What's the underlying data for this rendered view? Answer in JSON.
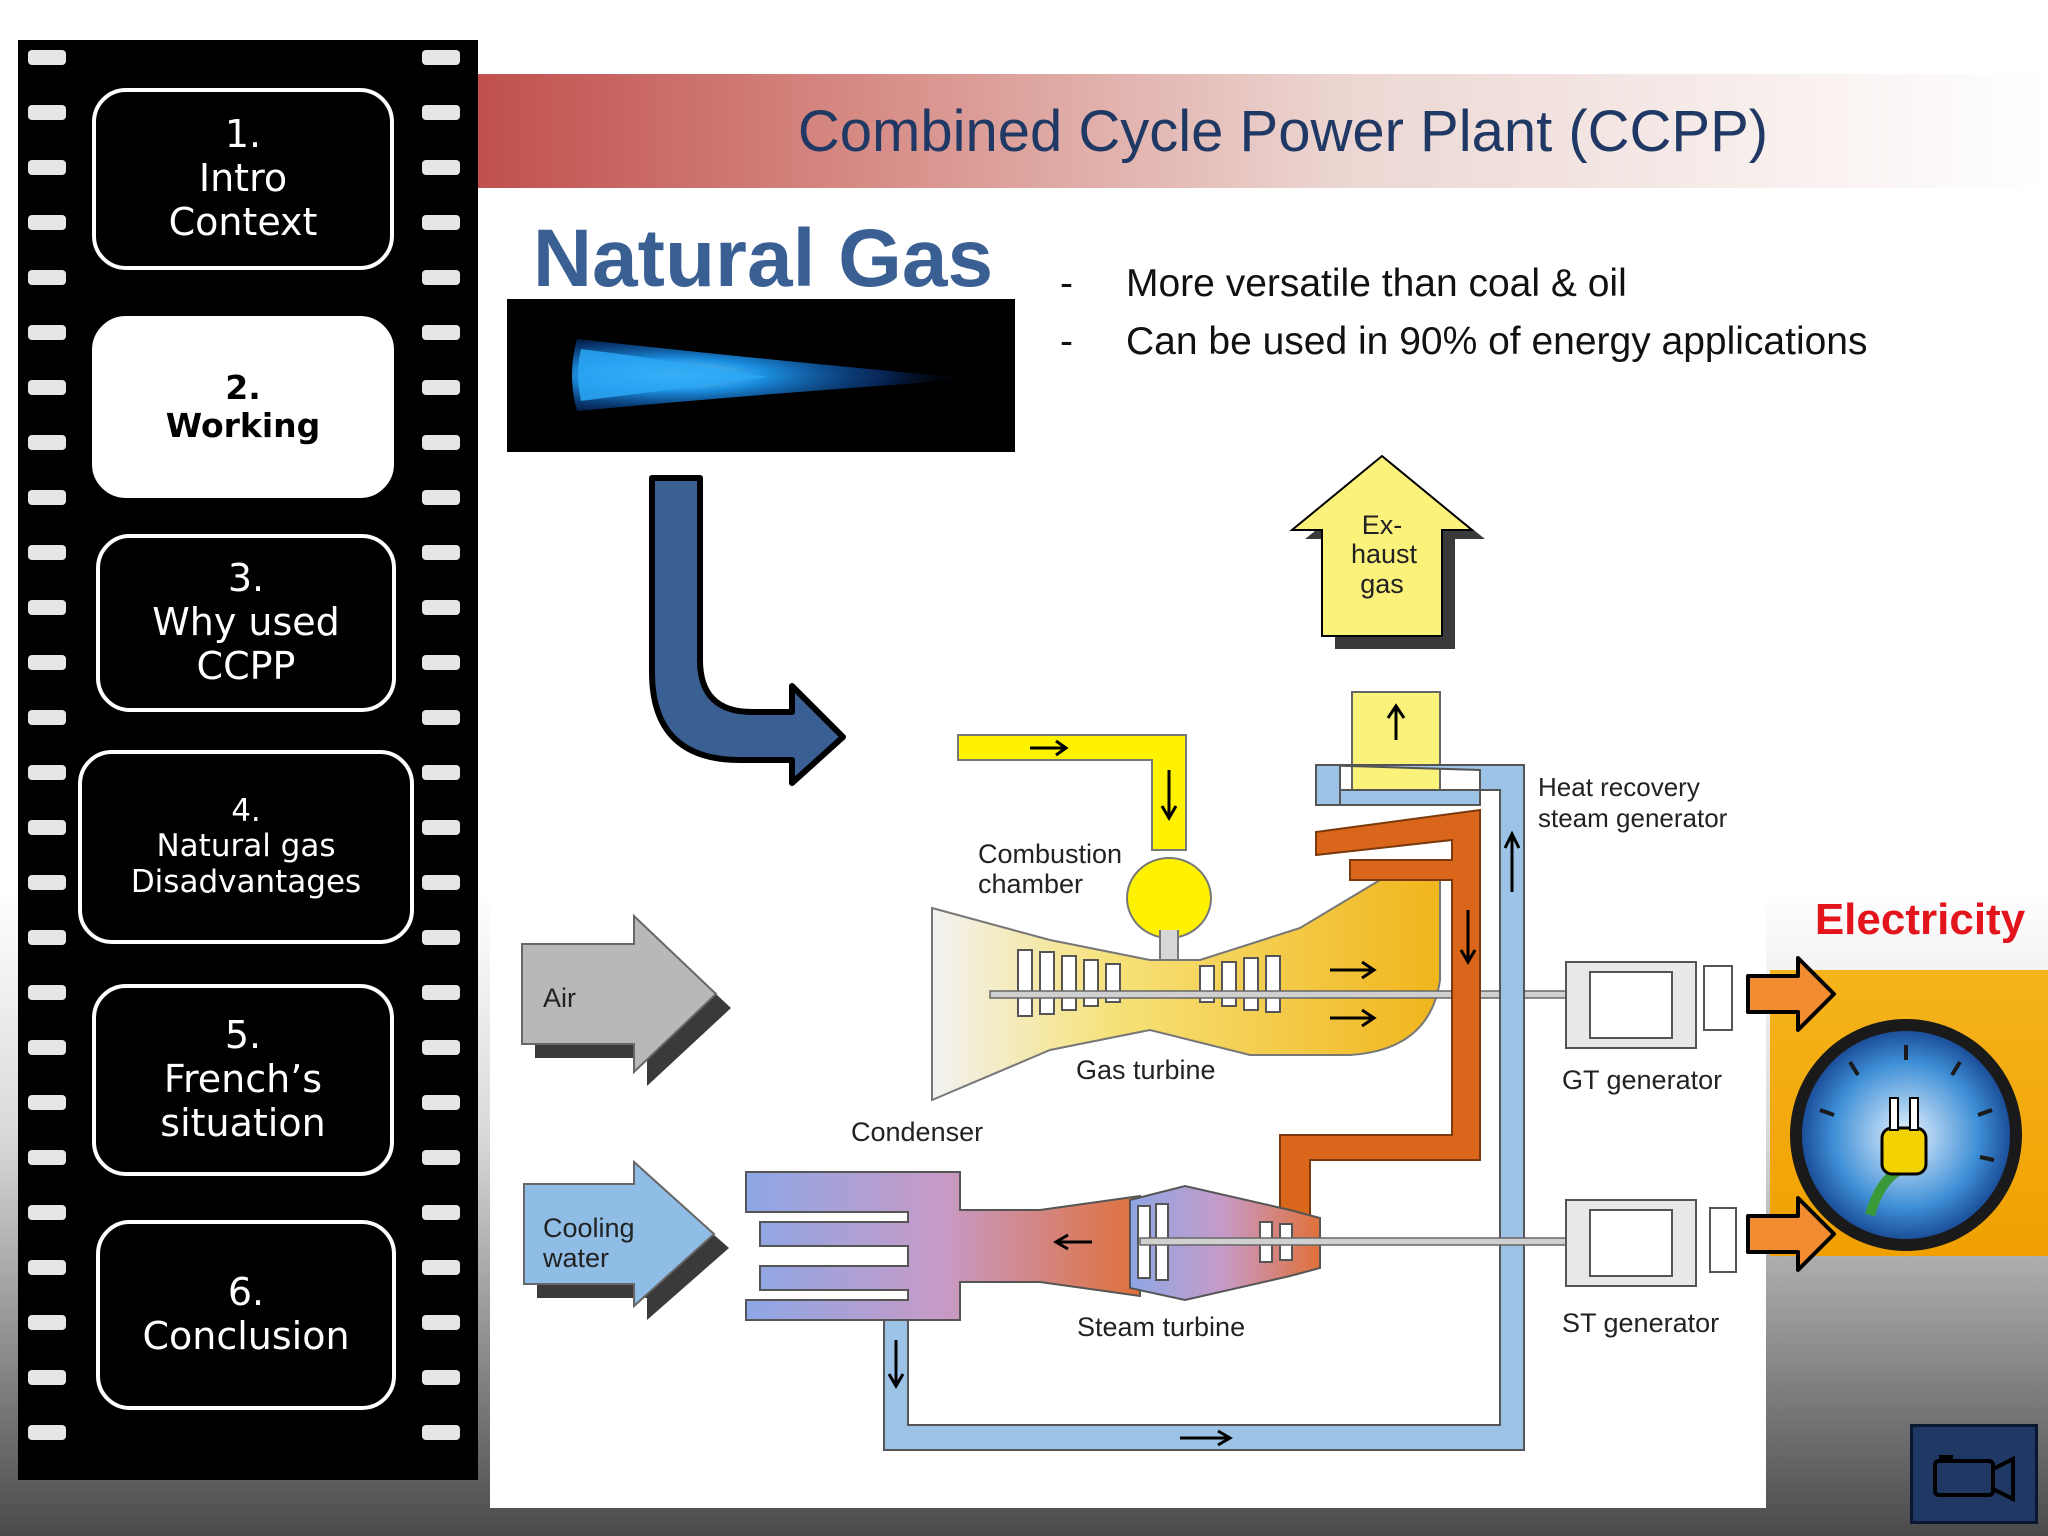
{
  "navigation": {
    "items": [
      {
        "lines": [
          "1.",
          "Intro",
          "Context"
        ],
        "active": false
      },
      {
        "lines": [
          "2.",
          "Working"
        ],
        "active": true
      },
      {
        "lines": [
          "3.",
          "Why used",
          "CCPP"
        ],
        "active": false
      },
      {
        "lines": [
          "4.",
          "Natural  gas",
          "Disadvantages"
        ],
        "active": false
      },
      {
        "lines": [
          "5.",
          "French’s",
          "situation"
        ],
        "active": false
      },
      {
        "lines": [
          "6.",
          "Conclusion"
        ],
        "active": false
      }
    ]
  },
  "header": {
    "title": "Combined Cycle Power Plant (CCPP)"
  },
  "natural_gas": {
    "title": "Natural Gas",
    "bullets": [
      {
        "marker": "-",
        "text": "More versatile than coal & oil"
      },
      {
        "marker": "-",
        "text": "Can be used in 90% of energy applications"
      }
    ]
  },
  "diagram": {
    "labels": {
      "exhaust_line1": "Ex-",
      "exhaust_line2": "haust",
      "exhaust_line3": "gas",
      "hrsg_line1": "Heat recovery",
      "hrsg_line2": "steam generator",
      "combustion_line1": "Combustion",
      "combustion_line2": "chamber",
      "air": "Air",
      "gas_turbine": "Gas turbine",
      "gt_generator": "GT generator",
      "condenser": "Condenser",
      "cooling_line1": "Cooling",
      "cooling_line2": "water",
      "steam_turbine": "Steam turbine",
      "st_generator": "ST generator"
    }
  },
  "electricity": {
    "label": "Electricity"
  },
  "colors": {
    "title_navy": "#1f3864",
    "natural_gas_blue": "#3a5f93",
    "electricity_red": "#e3141c",
    "header_red": "#c0504d",
    "gas_yellow": "#f5e300",
    "hot_orange": "#d9661a",
    "steam_blue": "#9cc3e6"
  }
}
